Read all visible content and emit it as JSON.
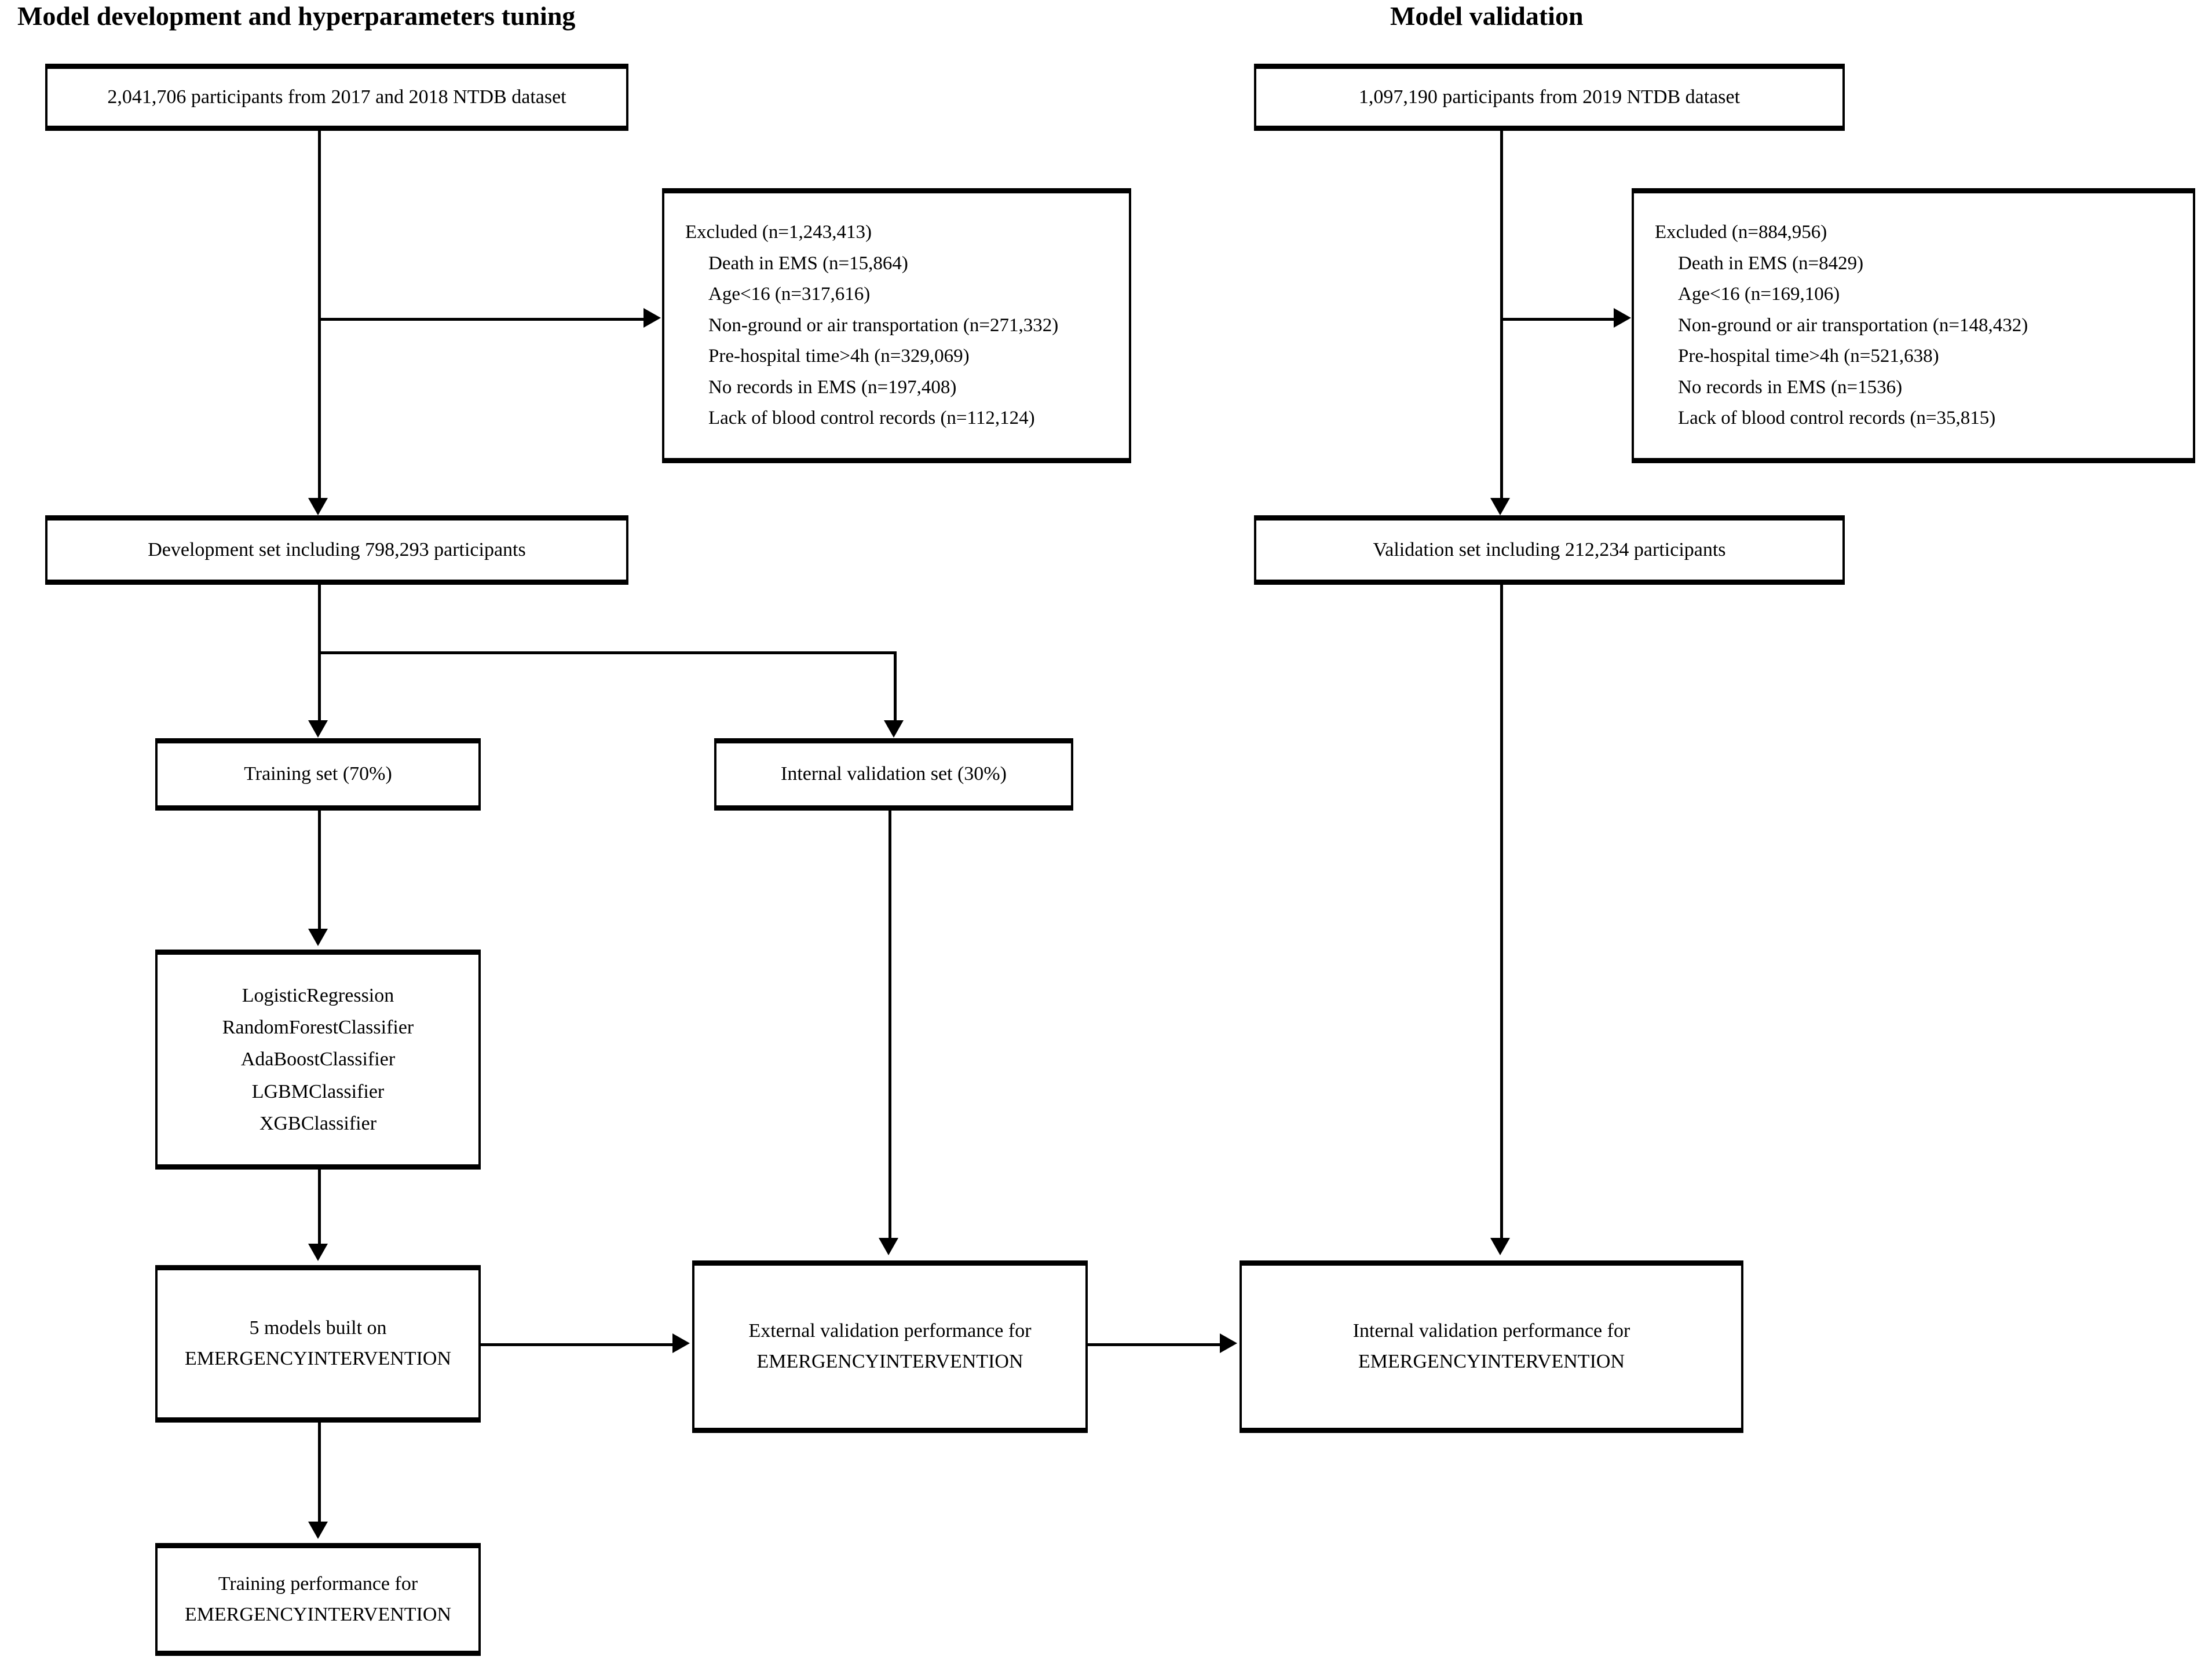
{
  "figure": {
    "type": "flowchart",
    "kind": "study-participant-flow-diagram"
  },
  "columns": {
    "left": {
      "title": "Model development and hyperparameters tuning"
    },
    "right": {
      "title": "Model validation"
    }
  },
  "nodes": {
    "dev_source": {
      "label": "2,041,706 participants from 2017 and 2018 NTDB dataset"
    },
    "val_source": {
      "label": "1,097,190 participants from 2019 NTDB dataset"
    },
    "dev_excluded": {
      "heading": "Excluded (n=1,243,413)",
      "reasons": [
        "Death in EMS (n=15,864)",
        "Age<16 (n=317,616)",
        "Non-ground or air transportation (n=271,332)",
        "Pre-hospital time>4h (n=329,069)",
        "No records in EMS (n=197,408)",
        "Lack of blood control records (n=112,124)"
      ]
    },
    "val_excluded": {
      "heading": "Excluded (n=884,956)",
      "reasons": [
        "Death in EMS (n=8429)",
        "Age<16 (n=169,106)",
        "Non-ground or air transportation (n=148,432)",
        "Pre-hospital time>4h (n=521,638)",
        "No records in EMS (n=1536)",
        "Lack of blood control records (n=35,815)"
      ]
    },
    "development_set": {
      "label": "Development set including 798,293 participants"
    },
    "validation_set": {
      "label": "Validation set including 212,234 participants"
    },
    "training_set": {
      "label": "Training set (70%)"
    },
    "internal_split": {
      "label": "Internal validation set (30%)"
    },
    "models": {
      "items": [
        "LogisticRegression",
        "RandomForestClassifier",
        "AdaBoostClassifier",
        "LGBMClassifier",
        "XGBClassifier"
      ]
    },
    "models_built": {
      "line1": "5 models built on",
      "line2": "EMERGENCYINTERVENTION"
    },
    "external_performance": {
      "line1": "External validation performance for",
      "line2": "EMERGENCYINTERVENTION"
    },
    "internal_performance": {
      "line1": "Internal validation performance for",
      "line2": "EMERGENCYINTERVENTION"
    },
    "training_performance": {
      "line1": "Training performance for",
      "line2": "EMERGENCYINTERVENTION"
    }
  },
  "style": {
    "stroke": "#000000",
    "background": "#ffffff"
  }
}
